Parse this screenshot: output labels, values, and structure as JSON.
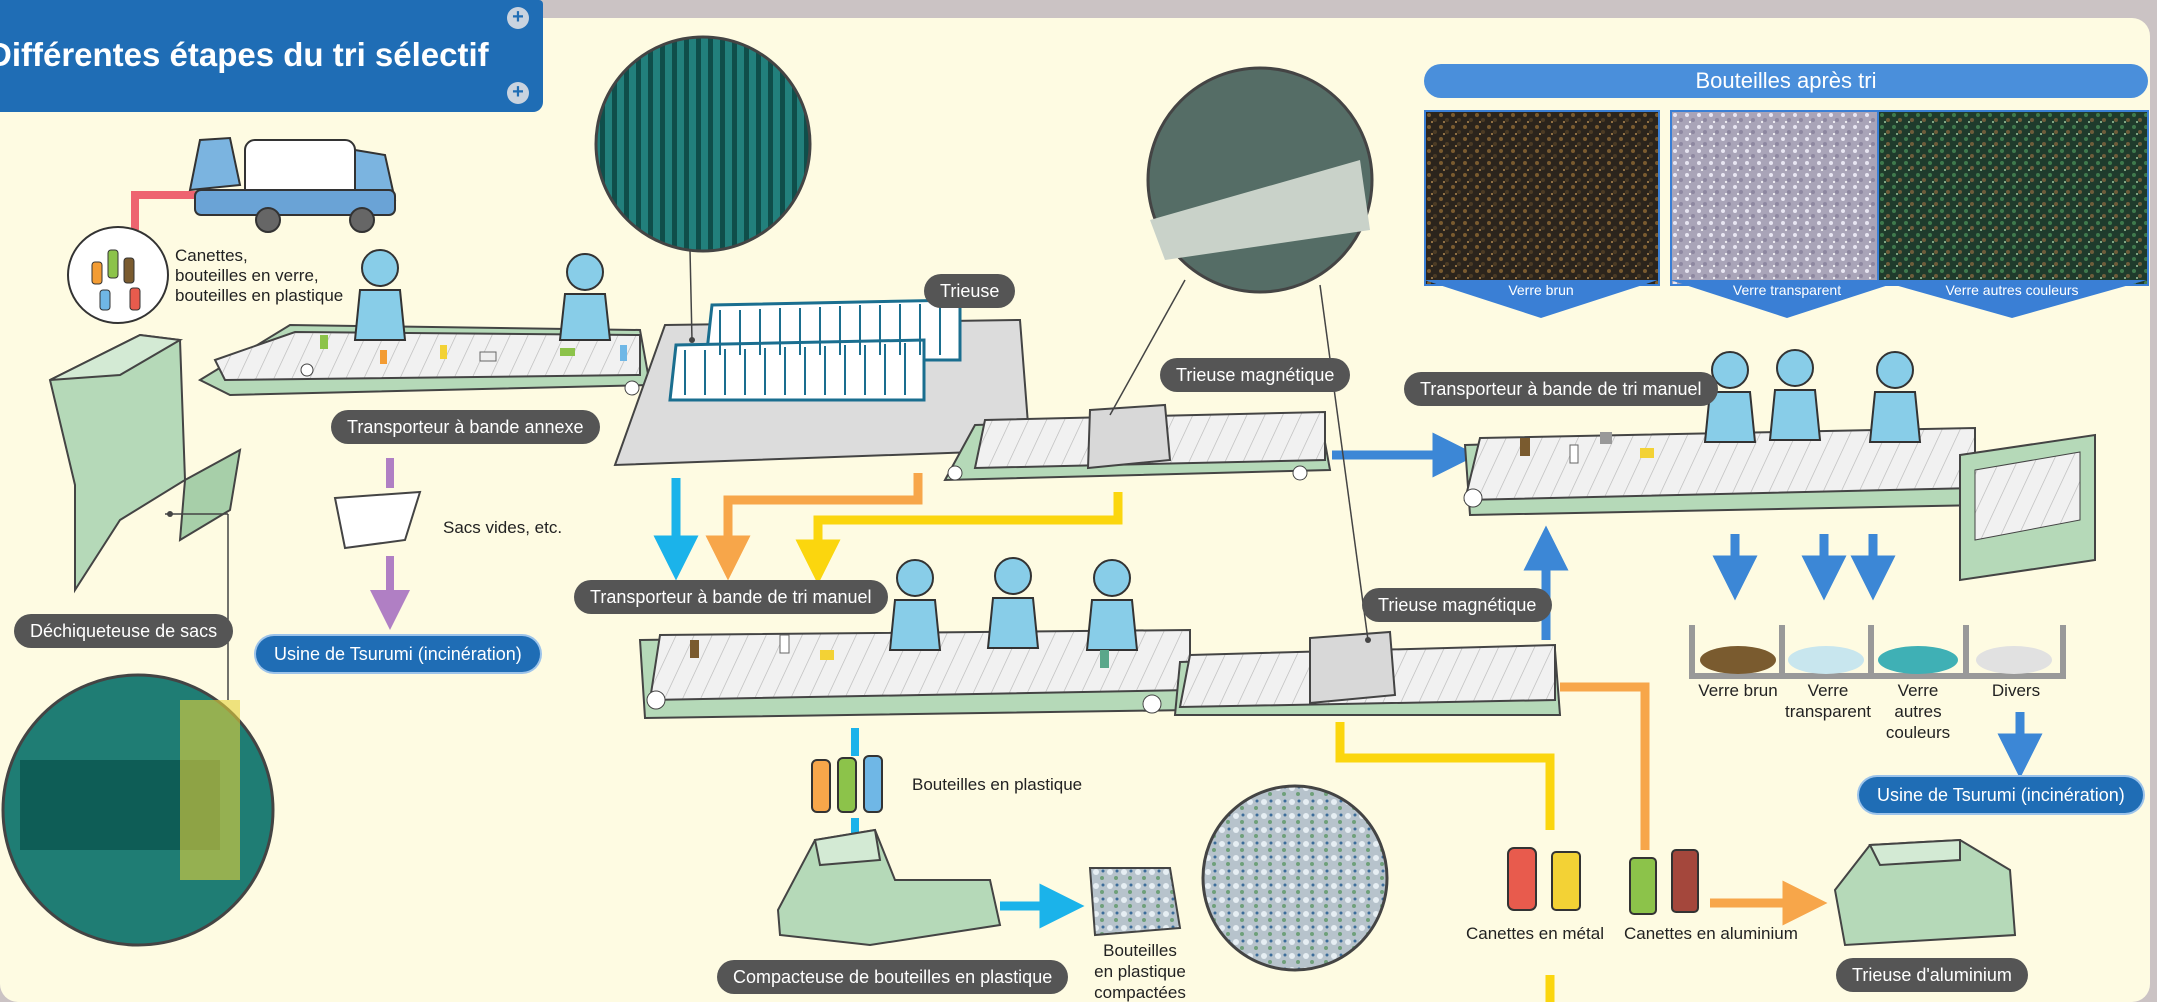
{
  "title": "Différentes étapes du tri sélectif",
  "labels": {
    "input_items": "Canettes,\nbouteilles en verre,\nbouteilles en plastique",
    "annex_conveyor": "Transporteur à bande annexe",
    "empty_bags": "Sacs vides, etc.",
    "tsurumi_left": "Usine de Tsurumi (incinération)",
    "bag_shredder": "Déchiqueteuse de sacs",
    "sorter": "Trieuse",
    "magnetic_sorter_top": "Trieuse magnétique",
    "magnetic_sorter_bottom": "Trieuse magnétique",
    "manual_conveyor_mid": "Transporteur à bande de tri manuel",
    "manual_conveyor_right": "Transporteur à bande de tri manuel",
    "plastic_bottles": "Bouteilles en plastique",
    "compactor": "Compacteuse de bouteilles en plastique",
    "compacted_bottles": "Bouteilles\nen plastique\ncompactées",
    "metal_cans": "Canettes en métal",
    "aluminium_cans": "Canettes en aluminium",
    "aluminium_sorter": "Trieuse d'aluminium",
    "tsurumi_right": "Usine de Tsurumi (incinération)"
  },
  "after_sort": {
    "header": "Bouteilles après tri",
    "photos": [
      "Verre brun",
      "Verre transparent",
      "Verre autres couleurs"
    ]
  },
  "bins": [
    "Verre brun",
    "Verre\ntransparent",
    "Verre\nautres\ncouleurs",
    "Divers"
  ],
  "colors": {
    "title_bg": "#1f6db5",
    "panel_bg": "#fefbe2",
    "flow_cyan": "#1bb3ea",
    "flow_orange": "#f7a64a",
    "flow_yellow": "#fbd60e",
    "flow_purple": "#b07fc4",
    "flow_blue": "#3c87d6",
    "flow_pink": "#ee6470",
    "machine_green": "#b5d9b8"
  }
}
